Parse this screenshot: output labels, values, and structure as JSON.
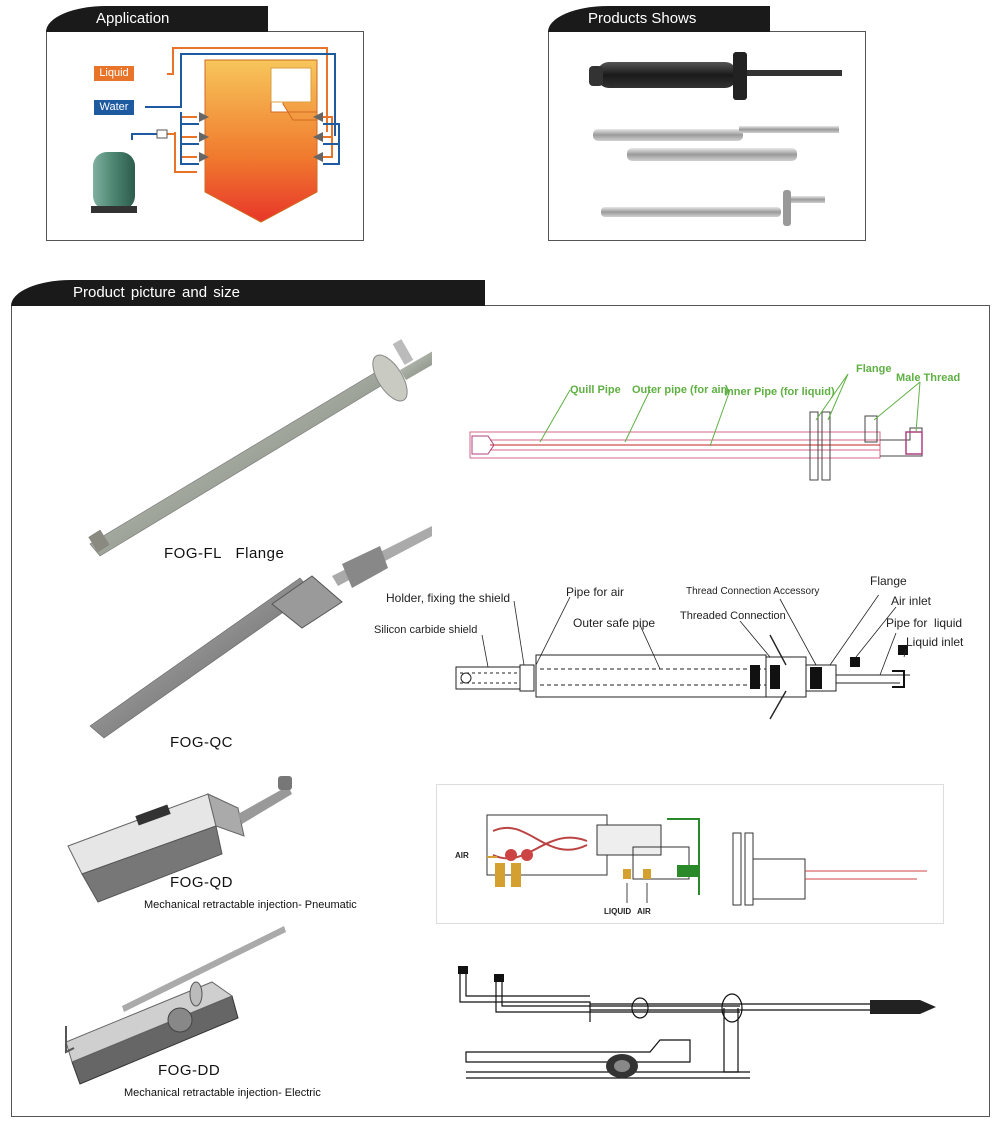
{
  "sections": {
    "application": "Application",
    "products_shows": "Products  Shows",
    "product_picture": "Product   picture  and  size"
  },
  "application_diagram": {
    "liquid_label": "Liquid",
    "water_label": "Water",
    "liquid_color": "#e8742a",
    "water_color": "#1e5aa0"
  },
  "drawing_fl": {
    "quill_pipe": "Quill Pipe",
    "outer_pipe": "Outer pipe (for air)",
    "inner_pipe": "Inner Pipe (for liquid)",
    "flange": "Flange",
    "male_thread": "Male Thread"
  },
  "drawing_qc": {
    "holder": "Holder, fixing the shield",
    "pipe_for_air": "Pipe for air",
    "thread_accessory": "Thread Connection Accessory",
    "flange": "Flange",
    "silicon_shield": "Silicon carbide shield",
    "outer_safe_pipe": "Outer safe pipe",
    "threaded_connection": "Threaded Connection",
    "air_inlet": "Air inlet",
    "pipe_for_liquid": "Pipe for  liquid",
    "liquid_inlet": "Liquid inlet"
  },
  "drawing_qd": {
    "air_left": "AIR",
    "liquid": "LIQUID",
    "air_bottom": "AIR"
  },
  "products": [
    {
      "name": "FOG-FL   Flange",
      "desc": ""
    },
    {
      "name": "FOG-QC",
      "desc": ""
    },
    {
      "name": "FOG-QD",
      "desc": "Mechanical retractable injection- Pneumatic"
    },
    {
      "name": "FOG-DD",
      "desc": "Mechanical retractable injection- Electric"
    }
  ]
}
